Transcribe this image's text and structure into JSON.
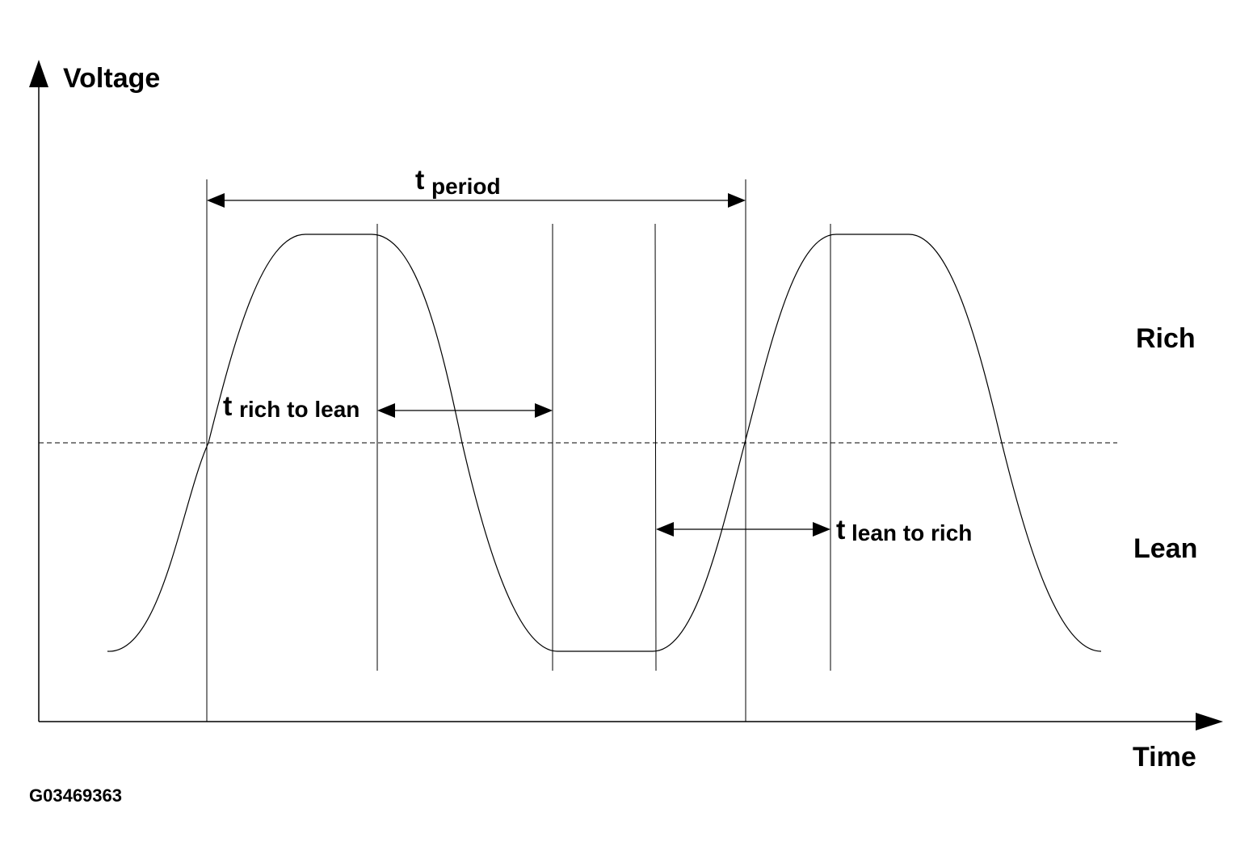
{
  "axes": {
    "y_label": "Voltage",
    "x_label": "Time"
  },
  "zones": {
    "rich": "Rich",
    "lean": "Lean"
  },
  "annotations": {
    "period": {
      "symbol": "t",
      "subscript": "period"
    },
    "rich_to_lean": {
      "symbol": "t",
      "subscript": "rich to lean"
    },
    "lean_to_rich": {
      "symbol": "t",
      "subscript": "lean to rich"
    }
  },
  "figure_id": "G03469363",
  "colors": {
    "ink": "#000000",
    "background": "#ffffff"
  }
}
